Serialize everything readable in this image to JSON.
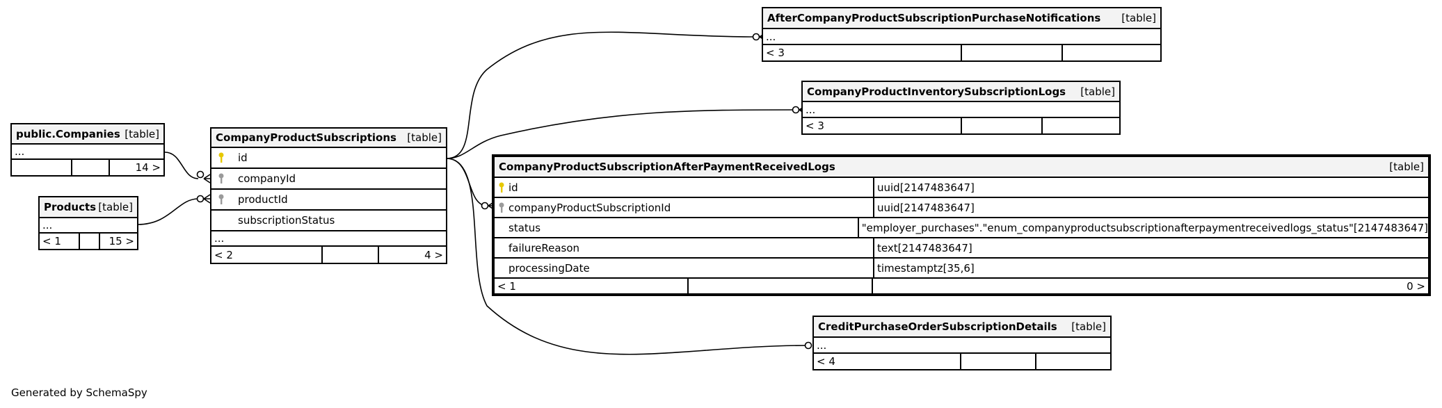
{
  "tables": {
    "companies": {
      "name": "public.Companies",
      "type": "[table]",
      "ellipsis": "...",
      "footer": [
        "",
        "",
        "14 >"
      ]
    },
    "products": {
      "name": "Products",
      "type": "[table]",
      "ellipsis": "...",
      "footer": [
        "< 1",
        "",
        "15 >"
      ]
    },
    "cps": {
      "name": "CompanyProductSubscriptions",
      "type": "[table]",
      "columns": [
        {
          "name": "id",
          "key": "primary"
        },
        {
          "name": "companyId",
          "key": "foreign"
        },
        {
          "name": "productId",
          "key": "foreign"
        },
        {
          "name": "subscriptionStatus",
          "key": "none"
        }
      ],
      "ellipsis": "...",
      "footer": [
        "< 2",
        "",
        "4 >"
      ]
    },
    "notif": {
      "name": "AfterCompanyProductSubscriptionPurchaseNotifications",
      "type": "[table]",
      "ellipsis": "...",
      "footer": [
        "< 3",
        "",
        ""
      ]
    },
    "invlogs": {
      "name": "CompanyProductInventorySubscriptionLogs",
      "type": "[table]",
      "ellipsis": "...",
      "footer": [
        "< 3",
        "",
        ""
      ]
    },
    "afterpay": {
      "name": "CompanyProductSubscriptionAfterPaymentReceivedLogs",
      "type": "[table]",
      "columns": [
        {
          "name": "id",
          "key": "primary",
          "dtype": "uuid[2147483647]"
        },
        {
          "name": "companyProductSubscriptionId",
          "key": "foreign",
          "dtype": "uuid[2147483647]"
        },
        {
          "name": "status",
          "key": "none",
          "dtype": "\"employer_purchases\".\"enum_companyproductsubscriptionafterpaymentreceivedlogs_status\"[2147483647]"
        },
        {
          "name": "failureReason",
          "key": "none",
          "dtype": "text[2147483647]"
        },
        {
          "name": "processingDate",
          "key": "none",
          "dtype": "timestamptz[35,6]"
        }
      ],
      "footer": [
        "< 1",
        "",
        "0 >"
      ]
    },
    "credit": {
      "name": "CreditPurchaseOrderSubscriptionDetails",
      "type": "[table]",
      "ellipsis": "...",
      "footer": [
        "< 4",
        "",
        ""
      ]
    }
  },
  "colors": {
    "primary_key": "#e6c800",
    "foreign_key": "#9a9a9a",
    "header_bg": "#f3f3f3"
  },
  "credit": "Generated by SchemaSpy"
}
